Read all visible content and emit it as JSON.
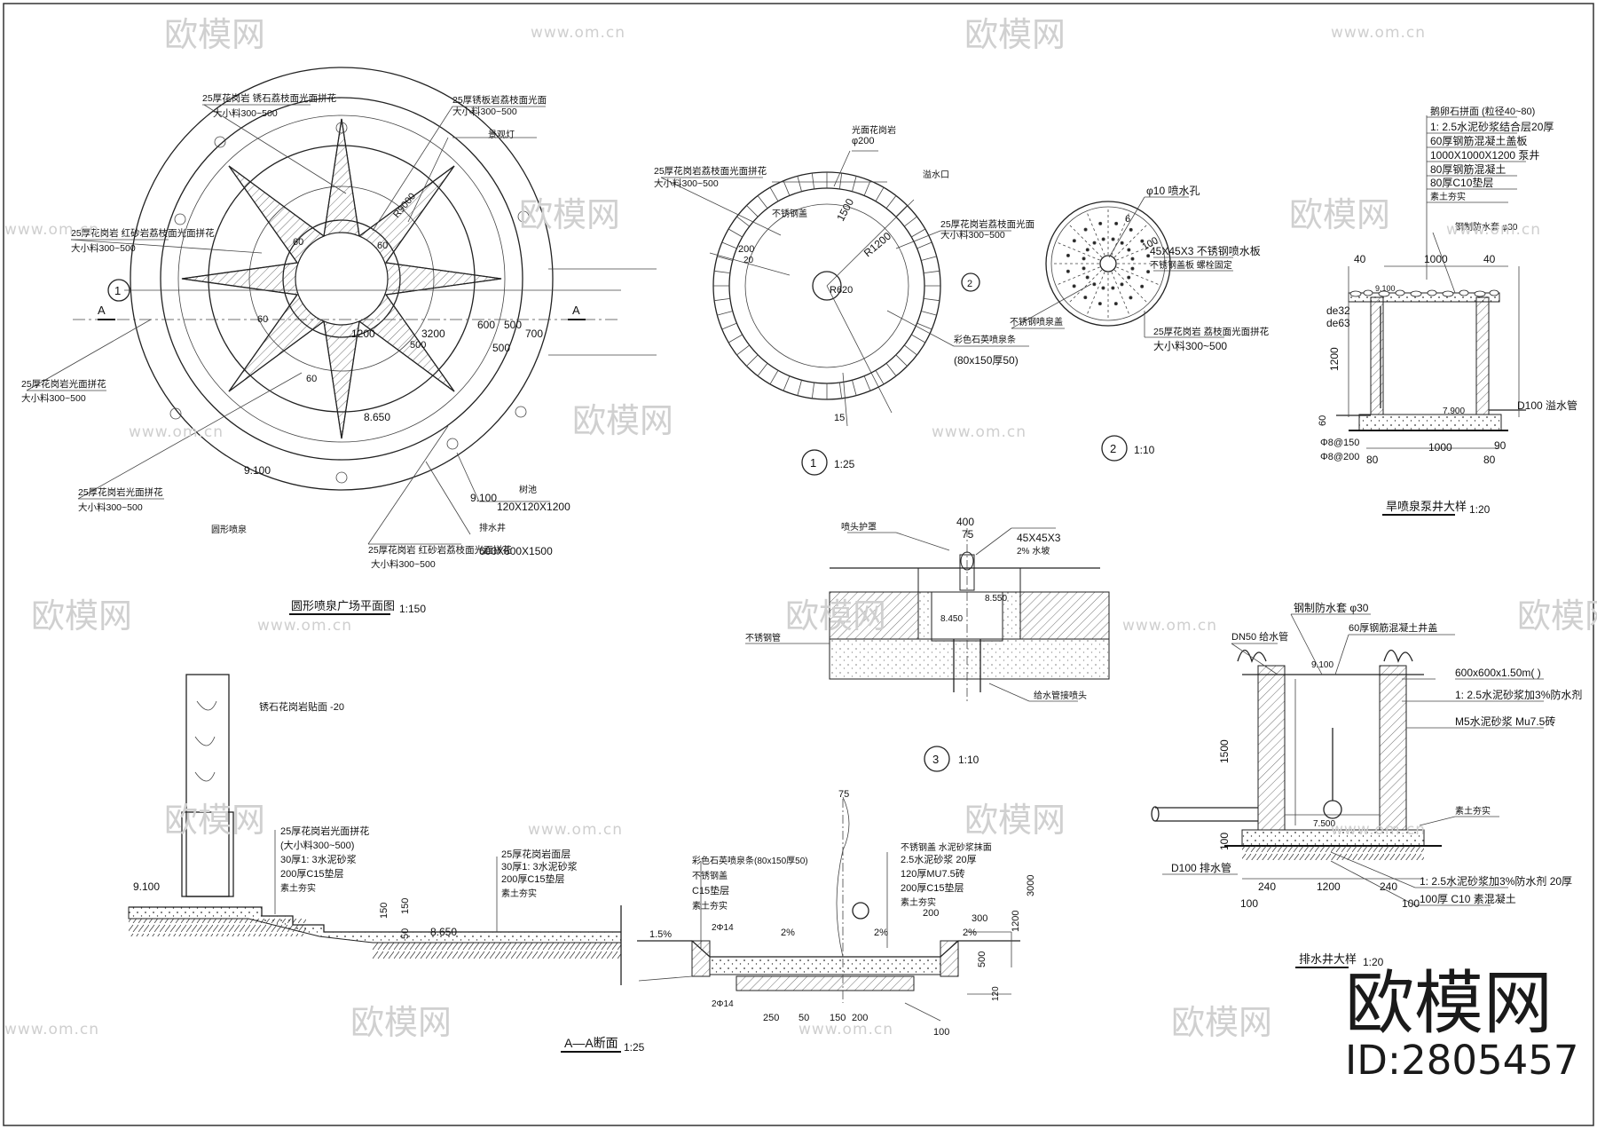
{
  "watermark": {
    "brand": "欧模网",
    "url": "www.om.cn",
    "corner_brand": "欧模网",
    "corner_id": "ID:2805457"
  },
  "plan": {
    "title": "圆形喷泉广场平面图",
    "scale": "1:150",
    "section_mark": "A",
    "axis_mark": "1",
    "notes": [
      "25厚花岗岩 锈石荔枝面光面拼花",
      "大小料300~500",
      "25厚锈板岩荔枝面光面",
      "大小料300~500",
      "25厚花岗岩 红砂岩荔枝面光面拼花",
      "大小料300~500",
      "25厚花岗岩光面拼花",
      "大小料300~500",
      "25厚花岗岩光面拼花",
      "大小料300~500",
      "25厚花岗岩 红砂岩荔枝面光面拼花",
      "大小料300~500",
      "景观灯",
      "树池",
      "120X120X1200",
      "排水井",
      "600X600X1500",
      "圆形喷泉"
    ],
    "dims": [
      "1200",
      "3200",
      "600",
      "500",
      "700",
      "500",
      "500",
      "60",
      "60",
      "60",
      "60",
      "8.650",
      "9.100",
      "9.100",
      "R9000"
    ]
  },
  "detail1": {
    "mark": "1",
    "scale": "1:25",
    "notes": [
      "25厚花岗岩荔枝面光面拼花",
      "大小料300~500",
      "光面花岗岩",
      "φ200",
      "溢水口",
      "不锈钢盖",
      "25厚花岗岩荔枝面光面",
      "大小料300~500",
      "彩色石英喷泉条",
      "(80x150厚50)",
      "20"
    ],
    "dims": [
      "1500",
      "R1200",
      "R620",
      "200",
      "15"
    ]
  },
  "detail2": {
    "mark": "2",
    "scale": "1:10",
    "notes": [
      "φ10 喷水孔",
      "45X45X3 不锈钢喷水板",
      "不锈钢盖板 螺栓固定",
      "不锈钢喷泉盖",
      "25厚花岗岩 荔枝面光面拼花",
      "大小料300~500"
    ],
    "dims": [
      "6",
      "100"
    ]
  },
  "detail3": {
    "mark": "3",
    "scale": "1:10",
    "notes": [
      "喷头护罩",
      "45X45X3",
      "2% 水坡",
      "不锈钢管",
      "给水管接喷头"
    ],
    "dims": [
      "400",
      "75",
      "8.550",
      "8.450"
    ]
  },
  "dry_pump": {
    "title": "旱喷泉泵井大样",
    "scale": "1:20",
    "layers": [
      "鹅卵石拼面 (粒径40~80)",
      "1: 2.5水泥砂浆结合层20厚",
      "60厚钢筋混凝土盖板",
      "1000X1000X1200 泵井",
      "80厚钢筋混凝土",
      "80厚C10垫层",
      "素土夯实"
    ],
    "notes": [
      "钢制防水套 φ30",
      "D100 溢水管"
    ],
    "dims": [
      "40",
      "1000",
      "40",
      "de32",
      "de63",
      "1200",
      "7.900",
      "9.100",
      "80",
      "1000",
      "80",
      "90",
      "60",
      "Φ8@150",
      "Φ8@200"
    ]
  },
  "drain_well": {
    "title": "排水井大样",
    "scale": "1:20",
    "notes": [
      "钢制防水套 φ30",
      "60厚钢筋混凝土井盖",
      "DN50 给水管",
      "600x600x1.50m( )",
      "1: 2.5水泥砂浆加3%防水剂",
      "M5水泥砂浆 Mu7.5砖",
      "素土夯实",
      "D100 排水管"
    ],
    "layers": [
      "1: 2.5水泥砂浆加3%防水剂  20厚",
      "100厚 C10 素混凝土"
    ],
    "dims": [
      "9.100",
      "7.500",
      "1500",
      "100",
      "240",
      "1200",
      "240",
      "100",
      "100"
    ]
  },
  "section_aa": {
    "title": "A—A断面",
    "scale": "1:25",
    "notes_left": [
      "锈石花岗岩贴面 -20",
      "25厚花岗岩光面拼花",
      "(大小料300~500)",
      "30厚1: 3水泥砂浆",
      "200厚C15垫层",
      "素土夯实"
    ],
    "notes_mid": [
      "25厚花岗岩面层",
      "30厚1: 3水泥砂浆",
      "200厚C15垫层",
      "素土夯实"
    ],
    "notes_pool": [
      "彩色石英喷泉条(80x150厚50)",
      "不锈钢盖",
      "C15垫层",
      "素土夯实"
    ],
    "notes_right": [
      "不锈钢盖 水泥砂浆抹面",
      "2.5水泥砂浆 20厚",
      "120厚MU7.5砖",
      "200厚C15垫层",
      "素土夯实"
    ],
    "dims": [
      "9.100",
      "150",
      "150",
      "50",
      "8.650",
      "1.5%",
      "2%",
      "2%",
      "2%",
      "75",
      "3000",
      "300",
      "1200",
      "200",
      "2Φ14",
      "2Φ14",
      "250",
      "50",
      "150",
      "200",
      "500",
      "120",
      "100"
    ]
  }
}
